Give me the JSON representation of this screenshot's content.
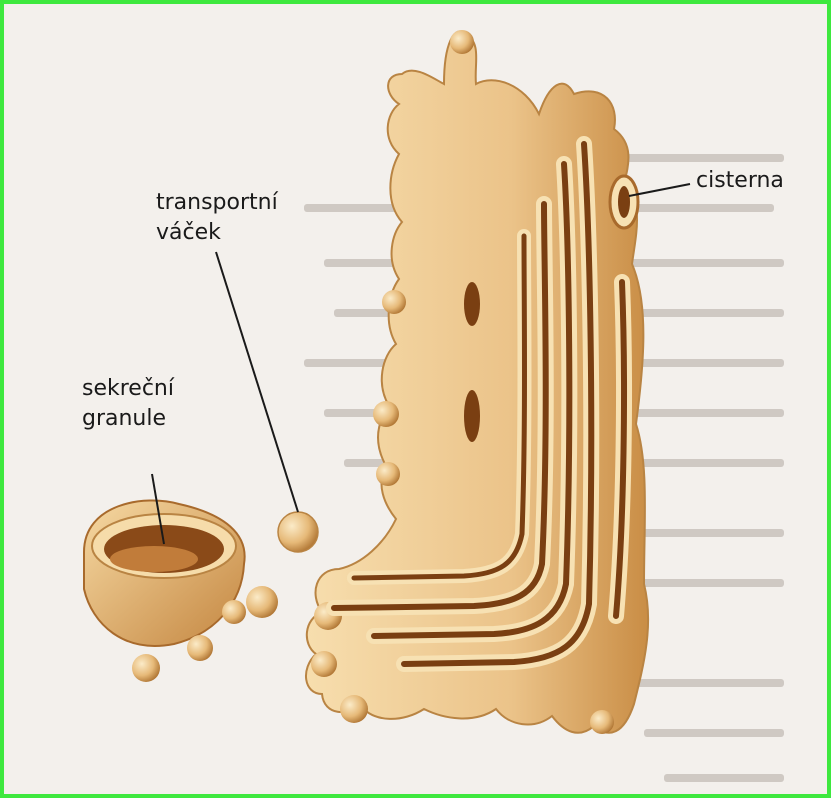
{
  "labels": {
    "transport": {
      "line1": "transportní",
      "line2": "váček"
    },
    "secretory": {
      "line1": "sekreční",
      "line2": "granule"
    },
    "cistern": "cisterna"
  },
  "colors": {
    "frame": "#3ee83e",
    "membrane_light": "#f6dcaa",
    "membrane_mid": "#e3b475",
    "membrane_dark": "#a9702f",
    "lumen": "#7a3f12",
    "background_text": "#c9c3bd"
  }
}
